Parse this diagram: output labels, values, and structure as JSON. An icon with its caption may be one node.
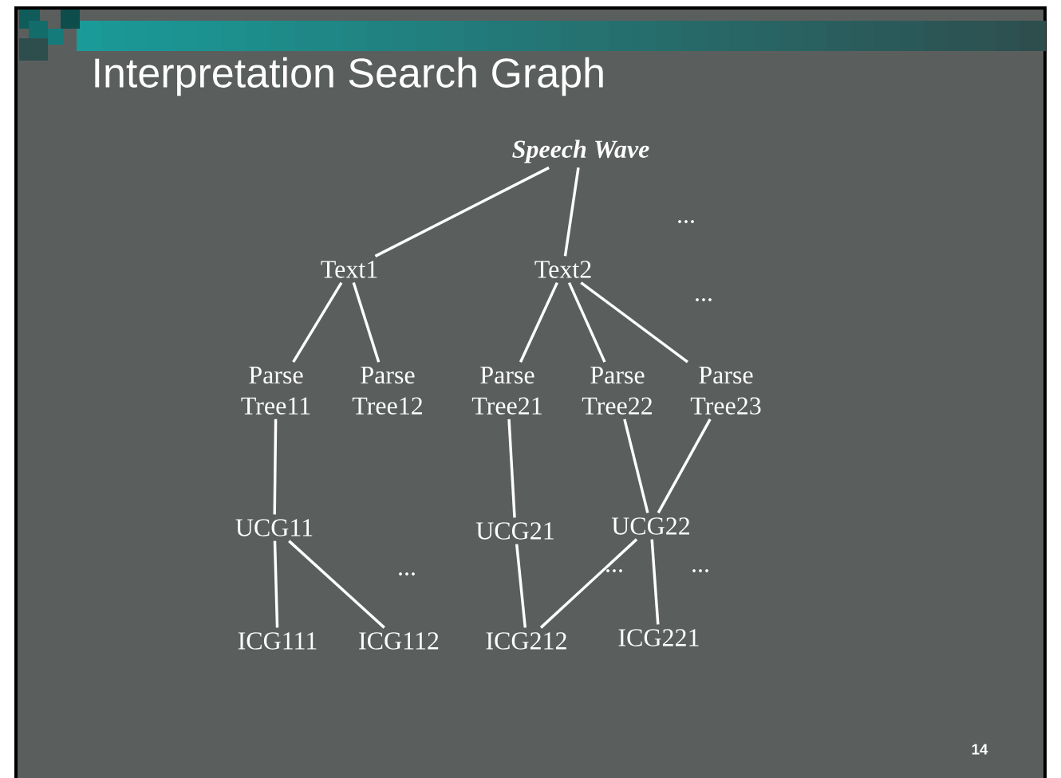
{
  "diagram": {
    "title": "Interpretation Search Graph",
    "nodes": [
      {
        "text": [
          "*Speech Wave*"
        ]
      },
      {
        "text": [
          "Text1"
        ]
      },
      {
        "text": [
          "Text2"
        ]
      },
      {
        "text": [
          "Parse Tree11"
        ]
      },
      {
        "text": [
          "Parse Tree12"
        ]
      },
      {
        "text": [
          "Parse Tree21"
        ]
      },
      {
        "text": [
          "Parse Tree22"
        ]
      },
      {
        "text": [
          "Parse Tree23"
        ]
      },
      {
        "text": [
          "UCG11"
        ]
      },
      {
        "text": [
          "UCG21"
        ]
      },
      {
        "text": [
          "UCG22"
        ]
      },
      {
        "text": [
          "ICG111"
        ]
      },
      {
        "text": [
          "ICG112"
        ]
      },
      {
        "text": [
          "ICG212"
        ]
      },
      {
        "text": [
          "ICG221"
        ]
      }
    ],
    "edges": [
      {
        "from": 0,
        "to": 1,
        "arrow": "none"
      },
      {
        "from": 0,
        "to": 2,
        "arrow": "none"
      },
      {
        "from": 1,
        "to": 3,
        "arrow": "none"
      },
      {
        "from": 1,
        "to": 4,
        "arrow": "none"
      },
      {
        "from": 2,
        "to": 5,
        "arrow": "none"
      },
      {
        "from": 2,
        "to": 6,
        "arrow": "none"
      },
      {
        "from": 2,
        "to": 7,
        "arrow": "none"
      },
      {
        "from": 3,
        "to": 8,
        "arrow": "none"
      },
      {
        "from": 5,
        "to": 9,
        "arrow": "none"
      },
      {
        "from": 6,
        "to": 10,
        "arrow": "none"
      },
      {
        "from": 7,
        "to": 10,
        "arrow": "none"
      },
      {
        "from": 8,
        "to": 11,
        "arrow": "none"
      },
      {
        "from": 8,
        "to": 12,
        "arrow": "none"
      },
      {
        "from": 9,
        "to": 13,
        "arrow": "none"
      },
      {
        "from": 10,
        "to": 13,
        "arrow": "none"
      },
      {
        "from": 10,
        "to": 14,
        "arrow": "none"
      }
    ],
    "labels": [
      "...",
      "...",
      "...",
      "...",
      "...",
      "14"
    ]
  }
}
